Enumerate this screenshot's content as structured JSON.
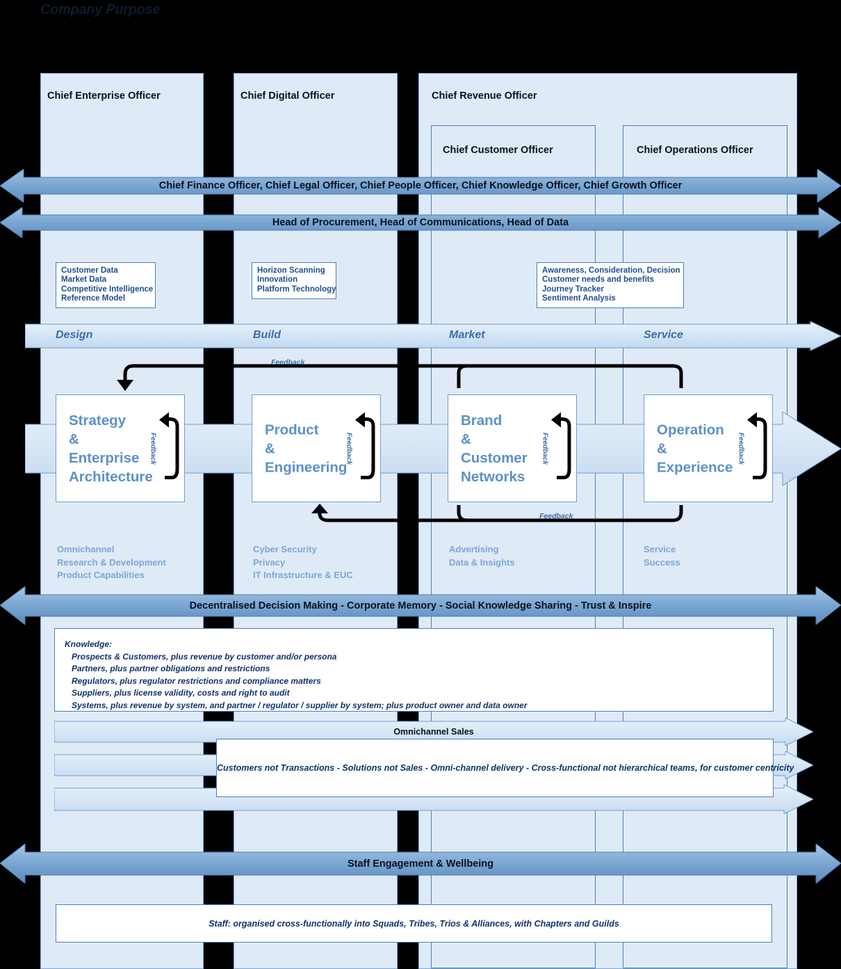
{
  "title": "Company Purpose",
  "colors": {
    "background": "#000000",
    "panel_fill": "#dfeaf7",
    "band_blue": "#6f9fcd",
    "accent_text": "#1c4e8f",
    "box_title": "#5b91c9",
    "capability_text": "#7ba7d6"
  },
  "executives": {
    "enterprise": "Chief Enterprise Officer",
    "digital": "Chief Digital Officer",
    "revenue": "Chief Revenue Officer",
    "customer": "Chief Customer Officer",
    "operations": "Chief Operations Officer"
  },
  "bands": {
    "c_suite": "Chief Finance Officer, Chief Legal Officer, Chief People Officer, Chief Knowledge Officer, Chief Growth Officer",
    "heads": "Head of Procurement, Head of Communications, Head of Data",
    "culture": "Decentralised Decision Making - Corporate Memory - Social Knowledge Sharing - Trust & Inspire",
    "omnichannel_sales": "Omnichannel Sales",
    "staff_engagement": "Staff Engagement & Wellbeing"
  },
  "phases": {
    "design": "Design",
    "build": "Build",
    "market": "Market",
    "service": "Service"
  },
  "notes": {
    "design": [
      "Customer Data",
      "Market Data",
      "Competitive Intelligence",
      "Reference Model"
    ],
    "build": [
      "Horizon Scanning",
      "Innovation",
      "Platform Technology"
    ],
    "market": [
      "Awareness, Consideration, Decision",
      "Customer needs and benefits",
      "Journey Tracker",
      "Sentiment Analysis"
    ]
  },
  "functions": [
    {
      "title": "Strategy\n&\nEnterprise\nArchitecture",
      "feedback": "Feedback"
    },
    {
      "title": "Product\n&\nEngineering",
      "feedback": "Feedback"
    },
    {
      "title": "Brand\n&\nCustomer\nNetworks",
      "feedback": "Feedback"
    },
    {
      "title": "Operation\n&\nExperience",
      "feedback": "Feedback"
    }
  ],
  "capabilities": {
    "design": [
      "Omnichannel",
      "Research & Development",
      "Product Capabilities"
    ],
    "build": [
      "Cyber Security",
      "Privacy",
      "IT Infrastructure & EUC"
    ],
    "market": [
      "Advertising",
      "Data & Insights"
    ],
    "service": [
      "Service",
      "Success"
    ]
  },
  "feedback_labels": {
    "top": "Feedback",
    "bottom": "Feedback"
  },
  "knowledge_panel": {
    "heading": "Knowledge:",
    "lines": [
      "Prospects & Customers, plus revenue by customer and/or persona",
      "Partners, plus partner obligations and restrictions",
      "Regulators, plus regulator restrictions and compliance matters",
      "Suppliers, plus license validity, costs and right to audit",
      "Systems, plus revenue by system, and partner / regulator / supplier by system; plus product owner and data owner"
    ]
  },
  "customer_panel": {
    "text": "Customers not Transactions -  Solutions not Sales - Omni-channel delivery - Cross-functional not hierarchical teams, for customer centricity"
  },
  "staff_panel": {
    "text": "Staff: organised cross-functionally into Squads, Tribes, Trios & Alliances, with Chapters and Guilds"
  }
}
